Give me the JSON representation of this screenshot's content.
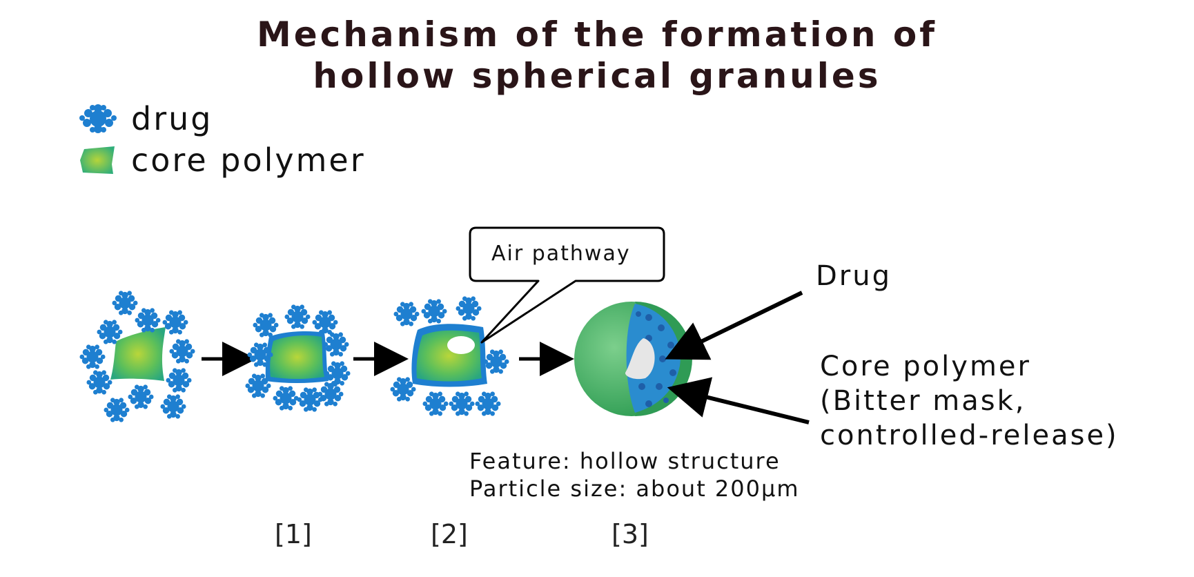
{
  "title": {
    "line1": "Mechanism of the formation of",
    "line2": "hollow spherical granules"
  },
  "legend": [
    {
      "icon": "drug-particle-icon",
      "label": "drug"
    },
    {
      "icon": "core-polymer-icon",
      "label": "core polymer"
    }
  ],
  "callout": {
    "text": "Air pathway"
  },
  "labels": {
    "drug": "Drug",
    "core_polymer": [
      "Core polymer",
      "(Bitter mask,",
      "controlled-release)"
    ]
  },
  "feature": {
    "line1": "Feature: hollow structure",
    "line2": "Particle size: about 200µm"
  },
  "steps": [
    "[1]",
    "[2]",
    "[3]"
  ],
  "colors": {
    "title": "#2a1518",
    "drug": "#1e7fd0",
    "polymer_outer": "#34b27a",
    "polymer_inner": "#a8cf3a",
    "sphere": "#3aa65f",
    "hollow": "#e6e6e6"
  }
}
